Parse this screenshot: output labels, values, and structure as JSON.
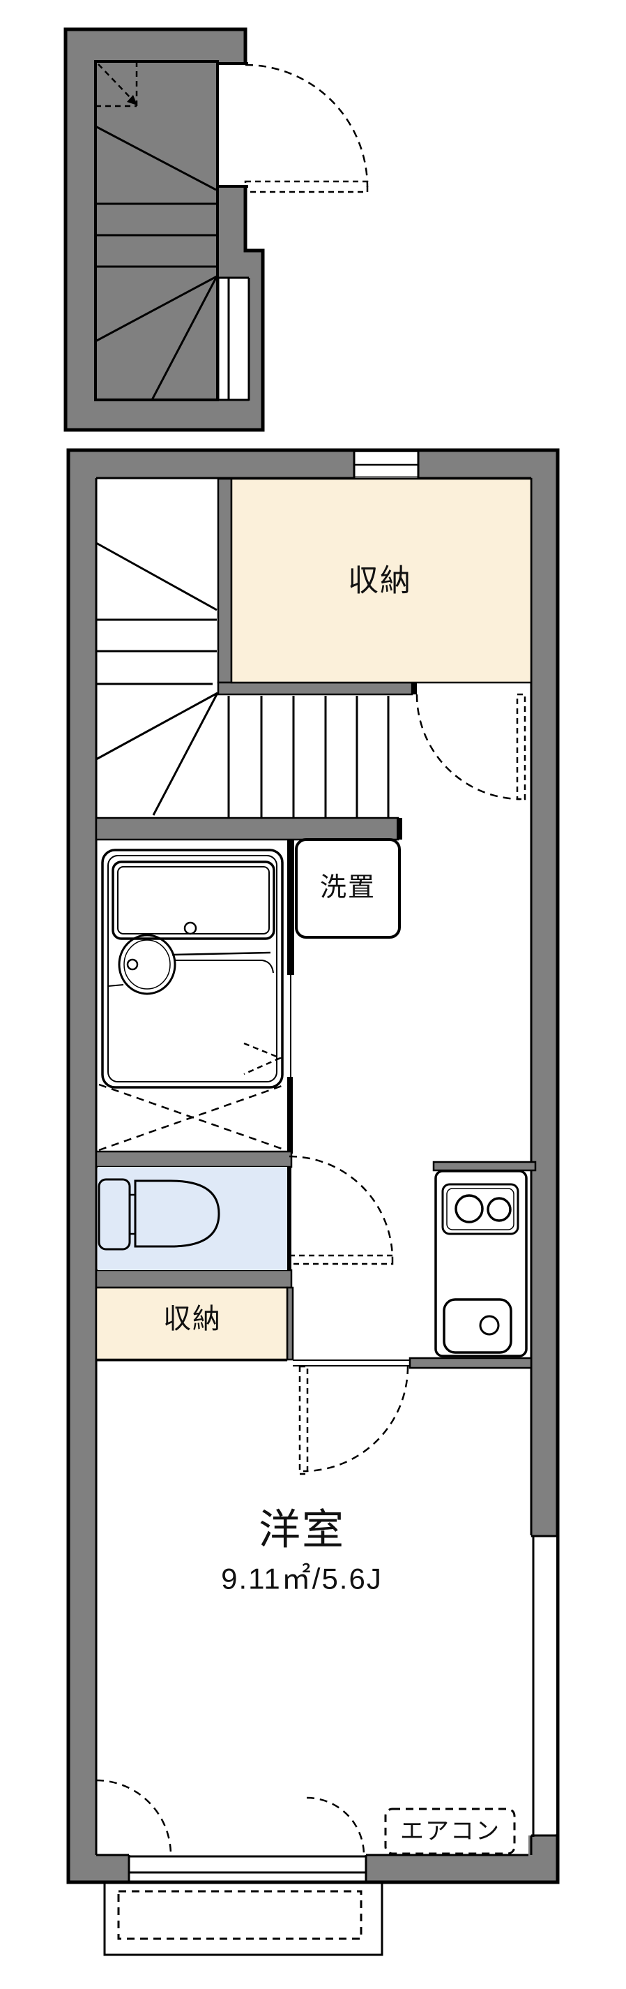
{
  "labels": {
    "upper_closet": "収納",
    "washer_place": "洗置",
    "lower_closet": "収納",
    "room_name": "洋室",
    "room_area": "9.11㎡/5.6J",
    "aircon": "エアコン"
  },
  "colors": {
    "wall-gray": "#808080",
    "line-black": "#000000",
    "closet-cream": "#FBF0DA",
    "fixture-blue": "#DFE9F7",
    "washer-blue": "#E6EEFB",
    "bg": "#FFFFFF"
  }
}
